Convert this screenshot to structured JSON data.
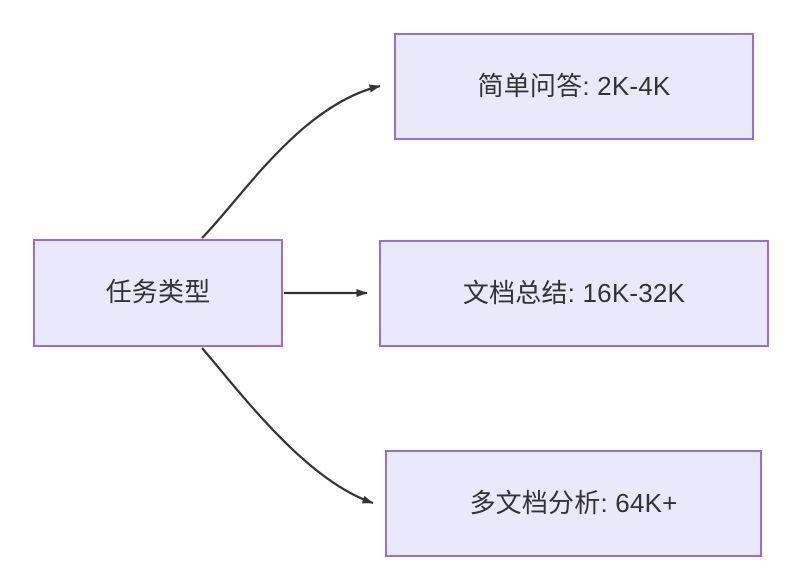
{
  "diagram": {
    "type": "flowchart",
    "direction": "left-to-right",
    "background_color": "#ffffff",
    "node_fill_color": "#eae8fb",
    "node_border_color": "#9370db",
    "node_text_color": "#333333",
    "edge_color": "#333333",
    "nodes": [
      {
        "id": "source",
        "label": "任务类型"
      },
      {
        "id": "simple",
        "label": "简单问答: 2K-4K"
      },
      {
        "id": "doc",
        "label": "文档总结: 16K-32K"
      },
      {
        "id": "multidoc",
        "label": "多文档分析: 64K+"
      }
    ],
    "edges": [
      {
        "from": "source",
        "to": "simple",
        "style": "curved",
        "label": ""
      },
      {
        "from": "source",
        "to": "doc",
        "style": "straight",
        "label": ""
      },
      {
        "from": "source",
        "to": "multidoc",
        "style": "curved",
        "label": ""
      }
    ]
  }
}
